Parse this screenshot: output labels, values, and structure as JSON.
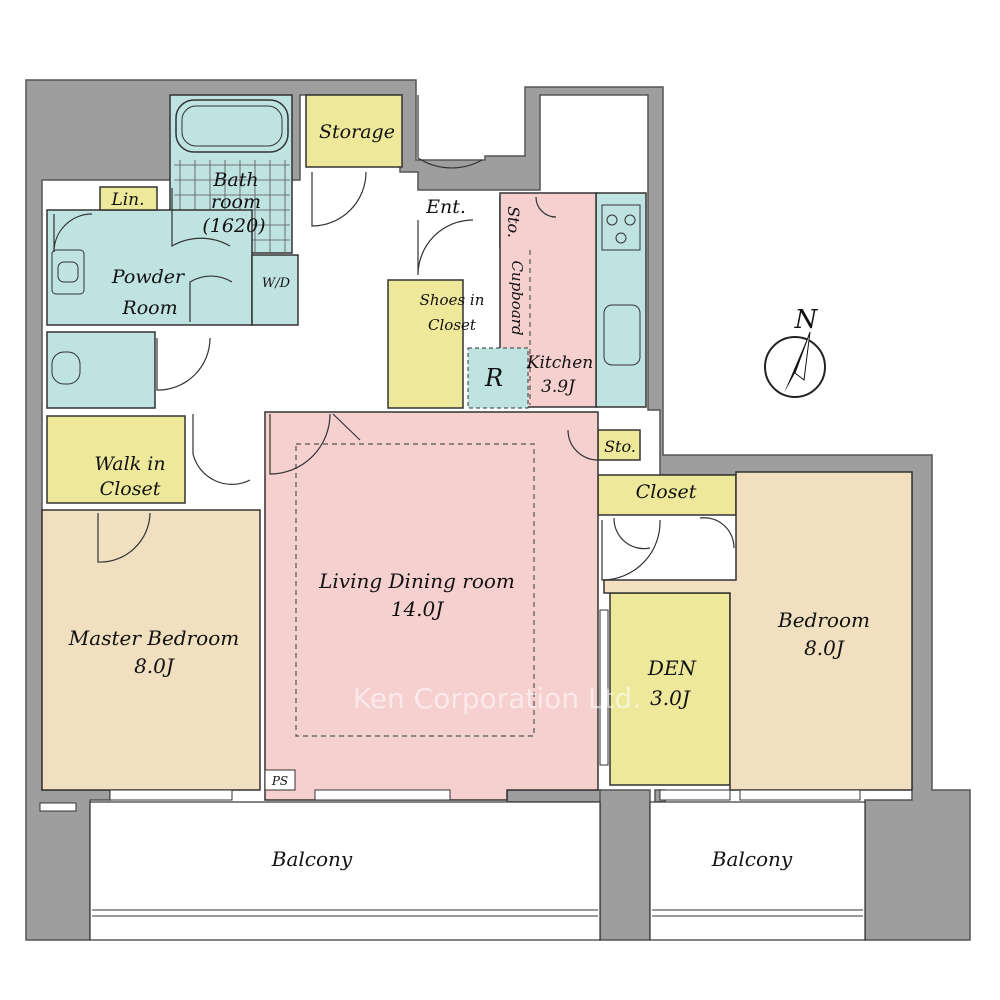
{
  "colors": {
    "wall": "#9e9e9e",
    "wet_area": "#bfe3e0",
    "storage": "#ede89a",
    "living_kitchen": "#f6cfcf",
    "bedroom": "#f1e0c0",
    "balcony": "#ffffff"
  },
  "rooms": {
    "bath": {
      "line1": "Bath",
      "line2": "room",
      "line3": "(1620)"
    },
    "storage": "Storage",
    "linen": "Lin.",
    "powder": {
      "line1": "Powder",
      "line2": "Room"
    },
    "wd": "W/D",
    "entrance": "Ent.",
    "sto_upper": "Sto.",
    "cupboard": "Cupboard",
    "shoes": {
      "line1": "Shoes in",
      "line2": "Closet"
    },
    "fridge": "R",
    "kitchen": {
      "name": "Kitchen",
      "size": "3.9J"
    },
    "sto_lower": "Sto.",
    "closet": "Closet",
    "walkin": {
      "line1": "Walk in",
      "line2": "Closet"
    },
    "ldk": {
      "name": "Living Dining room",
      "size": "14.0J"
    },
    "master": {
      "name": "Master Bedroom",
      "size": "8.0J"
    },
    "den": {
      "name": "DEN",
      "size": "3.0J"
    },
    "bedroom": {
      "name": "Bedroom",
      "size": "8.0J"
    },
    "ps": "PS",
    "balcony_left": "Balcony",
    "balcony_right": "Balcony"
  },
  "compass": {
    "north": "N"
  },
  "watermark": "Ken Corporation Ltd."
}
